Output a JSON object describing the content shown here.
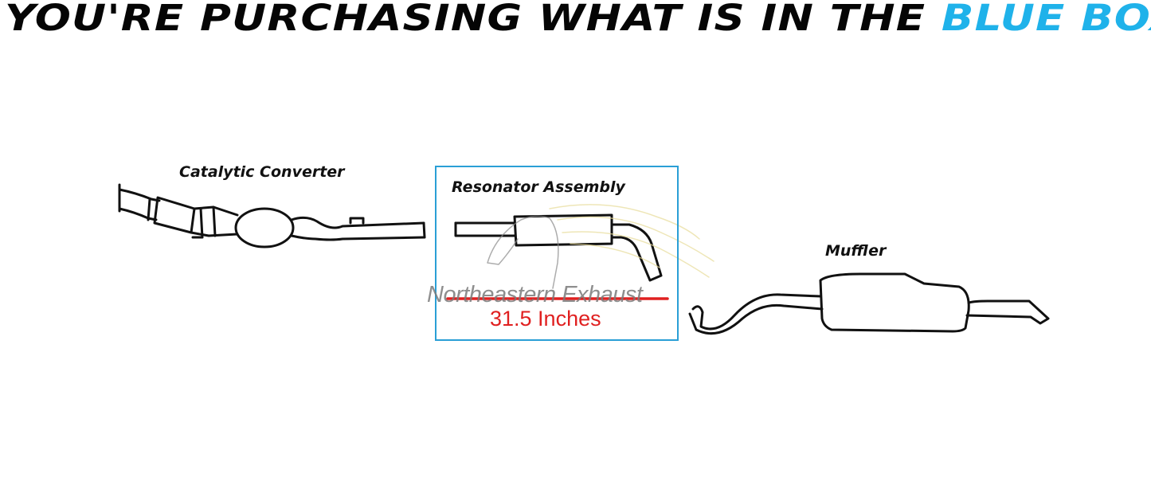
{
  "headline": {
    "lead_text": "YOU'RE PURCHASING WHAT IS IN THE ",
    "highlight_text": "BLUE BOX",
    "highlight_color": "#1fb2ea"
  },
  "parts": {
    "catalytic_converter": "Catalytic Converter",
    "resonator_assembly": "Resonator Assembly",
    "muffler": "Muffler"
  },
  "selection_box": {
    "color": "#2a9fd6"
  },
  "measurement": {
    "length_text": "31.5 Inches",
    "color": "#e02020"
  },
  "watermark": {
    "text": "Northeastern Exhaust",
    "logo_icon": "horse-head-icon"
  }
}
